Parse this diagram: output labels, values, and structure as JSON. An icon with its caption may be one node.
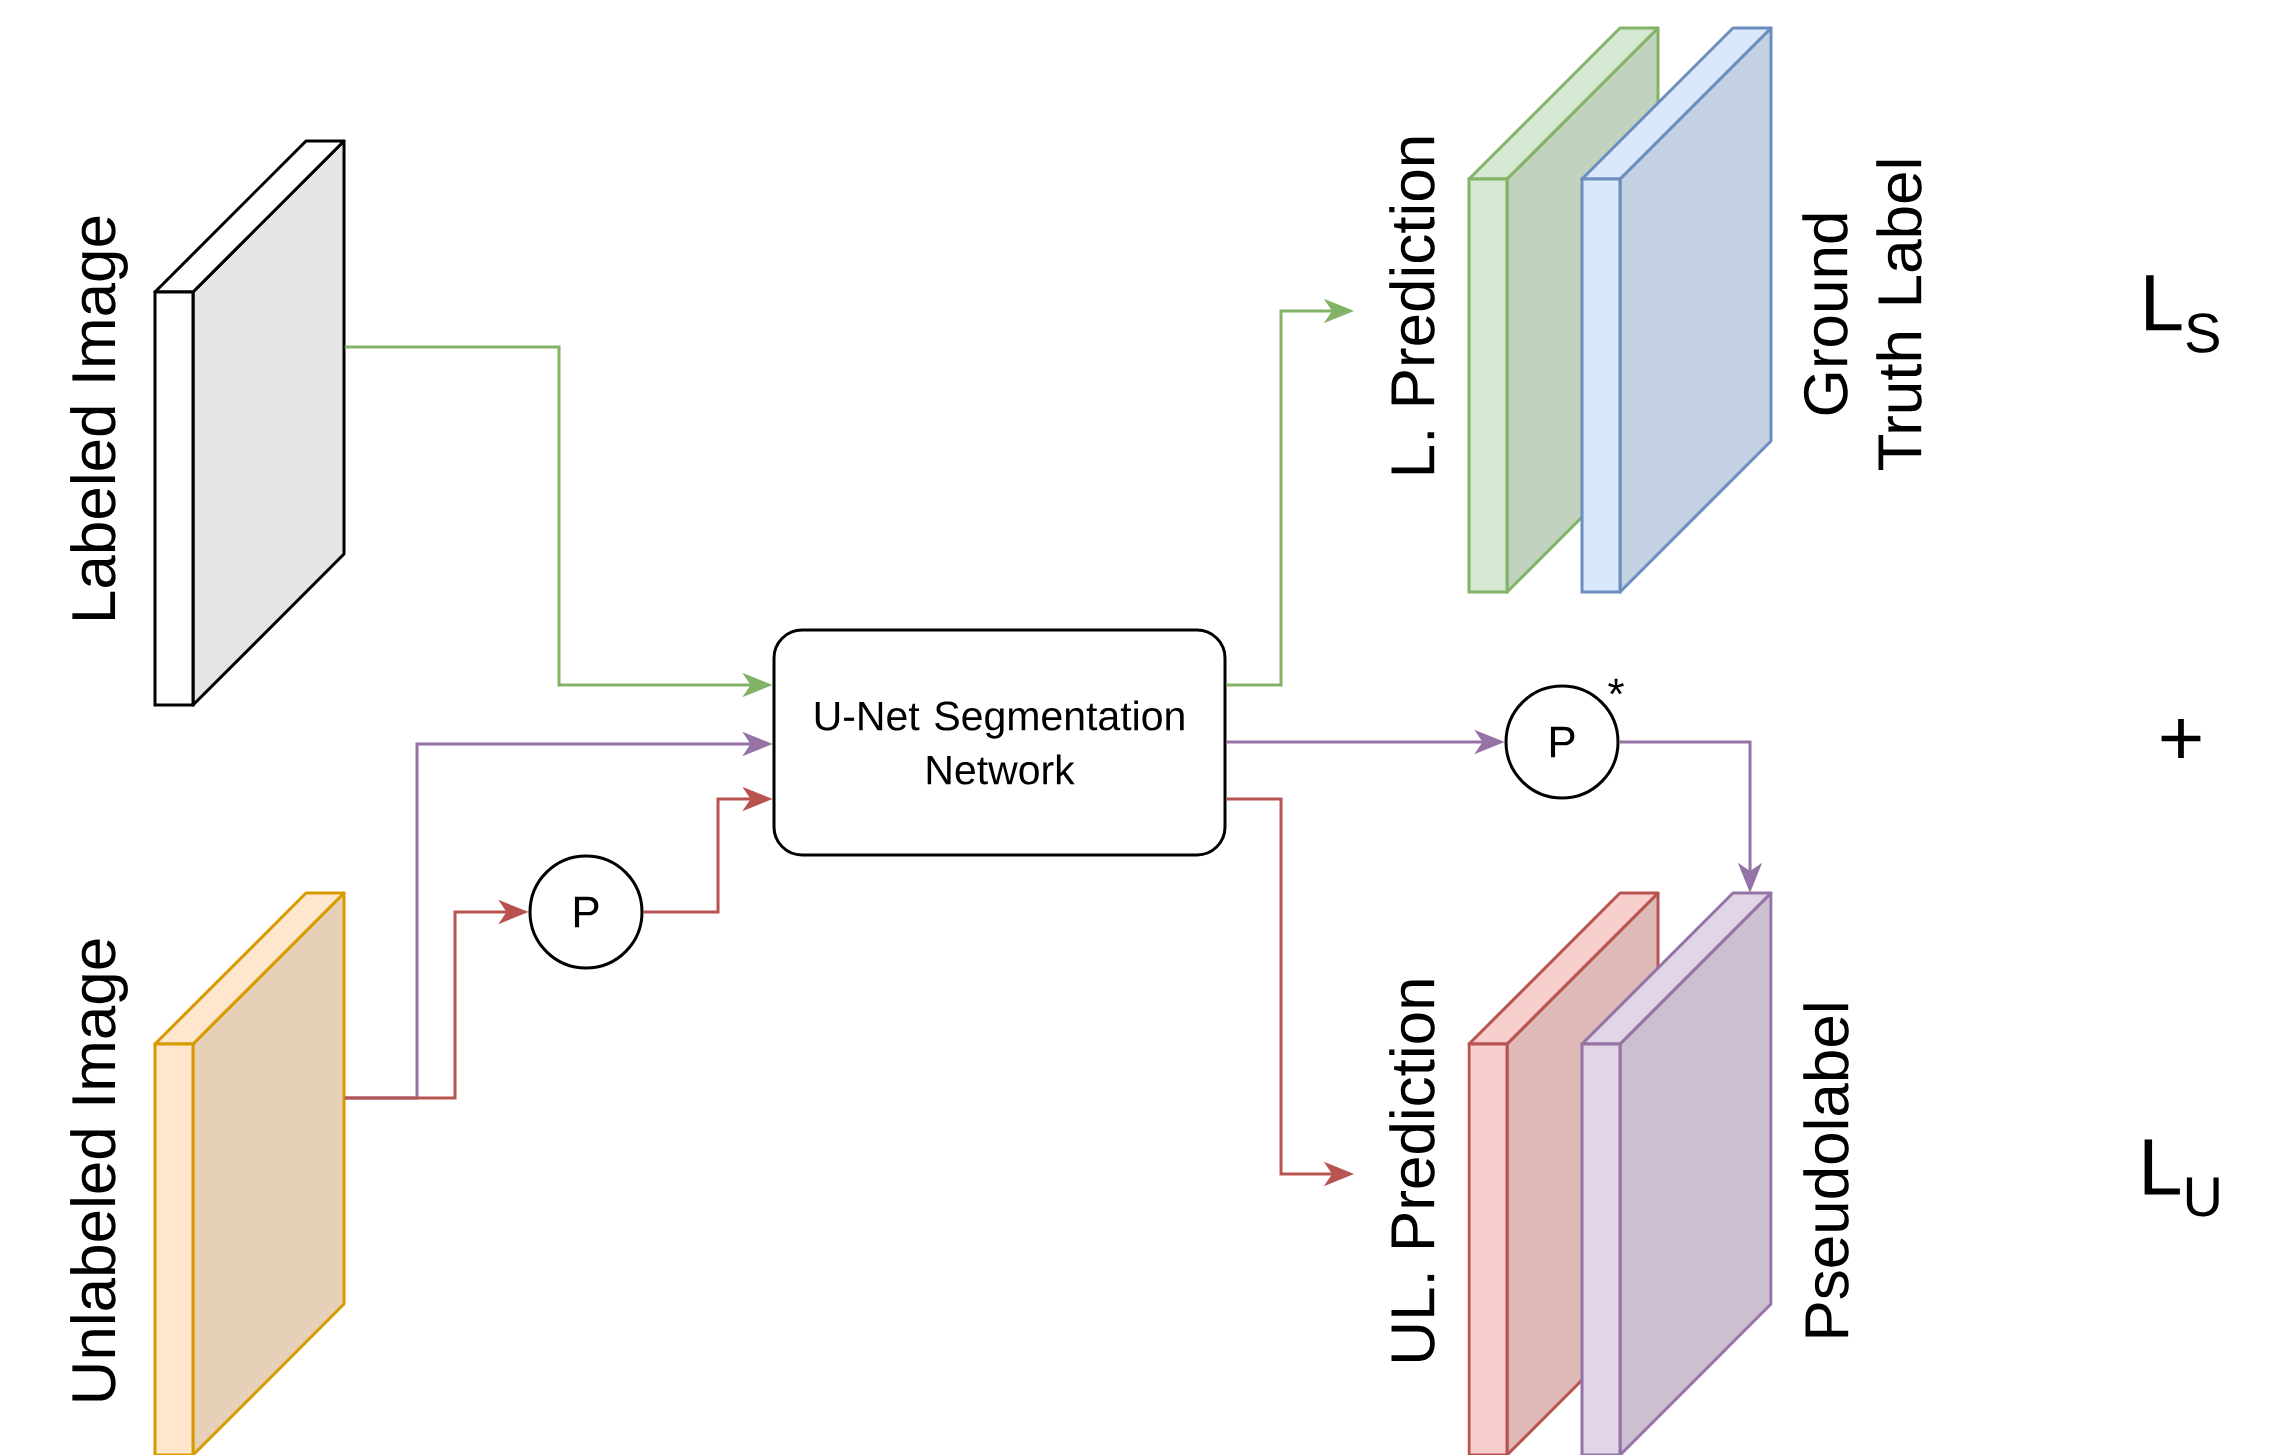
{
  "diagram": {
    "nodes": [
      {
        "text": [
          "Labeled Image"
        ]
      },
      {
        "text": [
          "L. Prediction"
        ]
      },
      {
        "text": [
          "Ground Truth Label"
        ]
      },
      {
        "text": [
          "U-Net Segmentation Network"
        ]
      },
      {
        "text": [
          "P"
        ]
      },
      {
        "text": [
          "P"
        ],
        "beside": [
          "*"
        ]
      },
      {
        "text": [
          "Unlabeled Image"
        ]
      },
      {
        "text": [
          "UL. Prediction"
        ]
      },
      {
        "text": [
          "Pseudolabel"
        ]
      }
    ],
    "edges": [
      {
        "from": 0,
        "to": 3,
        "arrow": "to",
        "color": "#82b366"
      },
      {
        "from": 6,
        "to": 3,
        "arrow": "to",
        "color": "#9673a6"
      },
      {
        "from": 6,
        "to": 4,
        "arrow": "to",
        "color": "#b85450"
      },
      {
        "from": 4,
        "to": 3,
        "arrow": "to",
        "color": "#b85450"
      },
      {
        "from": 3,
        "to": 1,
        "arrow": "to",
        "color": "#82b366"
      },
      {
        "from": 3,
        "to": 5,
        "arrow": "to",
        "color": "#9673a6"
      },
      {
        "from": 3,
        "to": 7,
        "arrow": "to",
        "color": "#b85450"
      },
      {
        "from": 5,
        "to": 8,
        "arrow": "to",
        "color": "#9673a6"
      }
    ],
    "labels": [
      "L$_{S}$",
      "+",
      "L$_{U}$"
    ]
  }
}
